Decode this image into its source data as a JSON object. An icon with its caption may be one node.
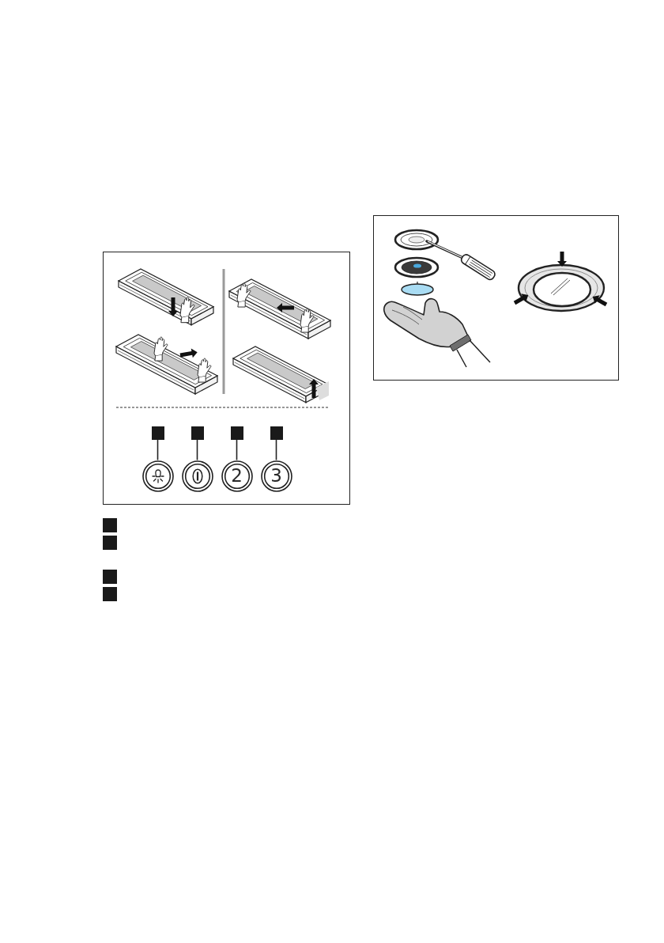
{
  "diagram": {
    "nodes": [
      {
        "text": [],
        "shape": "box"
      },
      {
        "text": [],
        "shape": "box",
        "in": 0
      },
      {
        "text": [],
        "shape": "box",
        "in": 0
      },
      {
        "text": [],
        "shape": "box",
        "in": 0
      },
      {
        "text": [],
        "shape": "box",
        "in": 0
      },
      {
        "text": [],
        "shape": "circle",
        "in": 0
      },
      {
        "text": [],
        "shape": "circle",
        "in": 0
      },
      {
        "text": [
          "2"
        ],
        "in": 0
      },
      {
        "text": [
          "3"
        ],
        "in": 0
      },
      {
        "text": [],
        "shape": "box"
      },
      {
        "text": [],
        "shape": "box"
      },
      {
        "text": [],
        "shape": "box"
      },
      {
        "text": [],
        "shape": "box"
      }
    ],
    "edges": [
      {
        "from": 1,
        "to": 5,
        "arrow": "none"
      },
      {
        "from": 2,
        "to": 6,
        "arrow": "none"
      },
      {
        "from": 3,
        "to": 7,
        "arrow": "none"
      },
      {
        "from": 4,
        "to": 8,
        "arrow": "none"
      }
    ]
  }
}
